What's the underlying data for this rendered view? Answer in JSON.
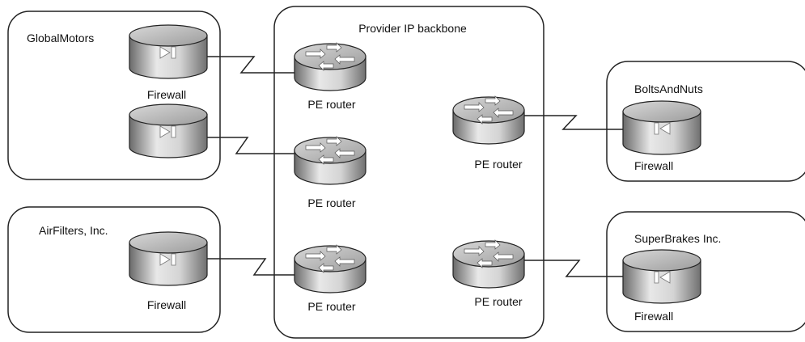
{
  "colors": {
    "stroke": "#222222",
    "device_light": "#e8e8e8",
    "device_mid": "#b4b4b4",
    "device_dark": "#6a6a6a",
    "glyph": "#ffffff",
    "text": "#111111"
  },
  "backbone": {
    "title": "Provider IP backbone"
  },
  "sites": {
    "global_motors": {
      "name": "GlobalMotors",
      "firewall_label": "Firewall"
    },
    "air_filters": {
      "name": "AirFilters, Inc.",
      "firewall_label": "Firewall"
    },
    "bolts_and_nuts": {
      "name": "BoltsAndNuts",
      "firewall_label": "Firewall"
    },
    "super_brakes": {
      "name": "SuperBrakes Inc.",
      "firewall_label": "Firewall"
    }
  },
  "pe_routers": {
    "r1": {
      "label": "PE router"
    },
    "r2": {
      "label": "PE router"
    },
    "r3": {
      "label": "PE router"
    },
    "r4": {
      "label": "PE router"
    },
    "r5": {
      "label": "PE router"
    }
  },
  "icons": {
    "router": "router-icon",
    "firewall": "firewall-icon",
    "serial_link": "serial-link-icon"
  }
}
